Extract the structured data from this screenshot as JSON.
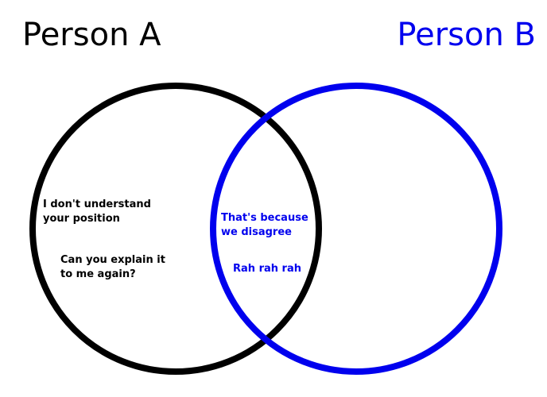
{
  "colors": {
    "person_a": "#000000",
    "person_b": "#0000ee"
  },
  "person_a": {
    "name": "Person A",
    "statements": [
      "I don't understand\nyour position",
      "Can you explain it\nto me again?"
    ]
  },
  "person_b": {
    "name": "Person B"
  },
  "overlap": {
    "statements": [
      "That's because\nwe disagree",
      "Rah rah rah"
    ]
  }
}
